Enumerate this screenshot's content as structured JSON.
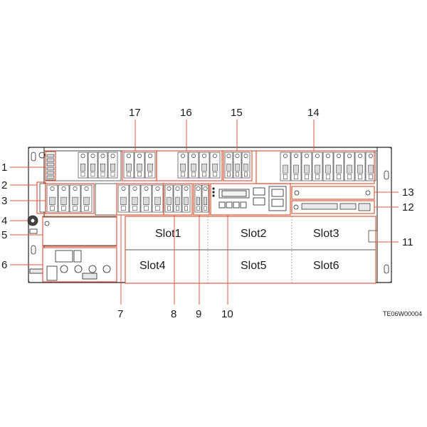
{
  "diagram": {
    "figure_id": "TE06W00004",
    "slots": [
      "Slot1",
      "Slot2",
      "Slot3",
      "Slot4",
      "Slot5",
      "Slot6"
    ],
    "callouts": {
      "c1": "1",
      "c2": "2",
      "c3": "3",
      "c4": "4",
      "c5": "5",
      "c6": "6",
      "c7": "7",
      "c8": "8",
      "c9": "9",
      "c10": "10",
      "c11": "11",
      "c12": "12",
      "c13": "13",
      "c14": "14",
      "c15": "15",
      "c16": "16",
      "c17": "17"
    },
    "colors": {
      "highlight": "#e05a3c",
      "line": "#222222",
      "grey": "#b5b5b5"
    }
  }
}
